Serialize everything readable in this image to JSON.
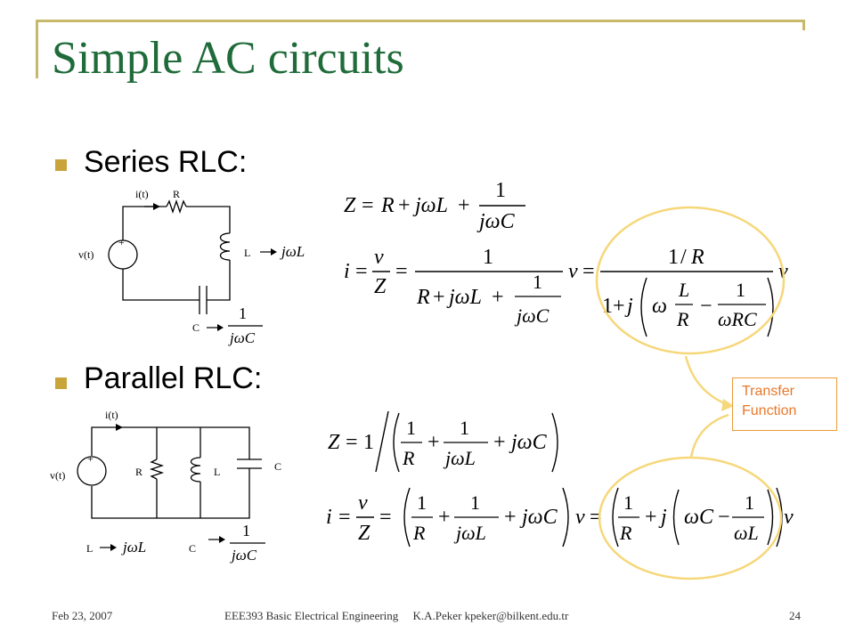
{
  "slide": {
    "title": "Simple AC circuits",
    "bullets": [
      "Series RLC:",
      "Parallel RLC:"
    ],
    "transfer_label_line1": "Transfer",
    "transfer_label_line2": "Function",
    "footer": {
      "date": "Feb 23, 2007",
      "center": "EEE393 Basic Electrical Engineering     K.A.Peker kpeker@bilkent.edu.tr",
      "page": "24"
    }
  },
  "series_circuit": {
    "current_label": "i(t)",
    "r_label": "R",
    "source_label": "v(t)",
    "l_label": "L",
    "c_label": "C",
    "source_plus": "+"
  },
  "parallel_circuit": {
    "current_label": "i(t)",
    "source_label": "v(t)",
    "r_label": "R",
    "l_label": "L",
    "c_label": "C",
    "l_bottom_label": "L",
    "c_bottom_label": "C",
    "source_plus": "+"
  },
  "colors": {
    "title": "#1f6b3a",
    "bullet": "#c8a43a",
    "frame": "#c8b86a",
    "highlight": "#f6d77a",
    "transfer": "#e8782a"
  }
}
